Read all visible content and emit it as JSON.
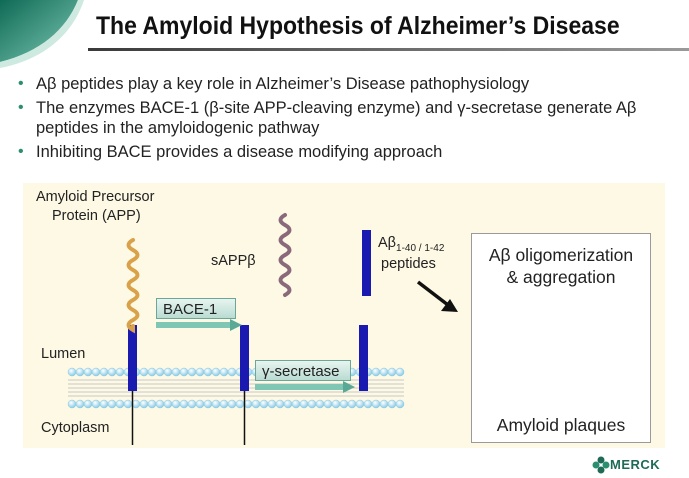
{
  "title": "The Amyloid Hypothesis of Alzheimer’s Disease",
  "bullets": [
    "Aβ peptides play a key role in Alzheimer’s Disease pathophysiology",
    "The enzymes BACE-1 (β-site APP-cleaving enzyme) and γ-secretase generate Aβ peptides in the amyloidogenic pathway",
    "Inhibiting BACE provides a disease modifying approach"
  ],
  "diagram": {
    "app_label_line1": "Amyloid Precursor",
    "app_label_line2": "Protein (APP)",
    "sappb_label": "sAPPβ",
    "abeta_label_main": "Aβ",
    "abeta_label_sub": "1-40 / 1-42",
    "abeta_label_line2": "peptides",
    "bace_label": "BACE-1",
    "gamma_label": "γ-secretase",
    "lumen_label": "Lumen",
    "cytoplasm_label": "Cytoplasm",
    "inset_title_line1": "Aβ oligomerization",
    "inset_title_line2": "& aggregation",
    "inset_caption": "Amyloid plaques"
  },
  "logo": {
    "text": "MERCK"
  },
  "colors": {
    "accent": "#2a8f6f",
    "tm_bar": "#1a1ab0",
    "app_wave": "#d9a24a",
    "sappb_wave": "#8a6a7a",
    "lipid_head": "#aee0f4"
  }
}
